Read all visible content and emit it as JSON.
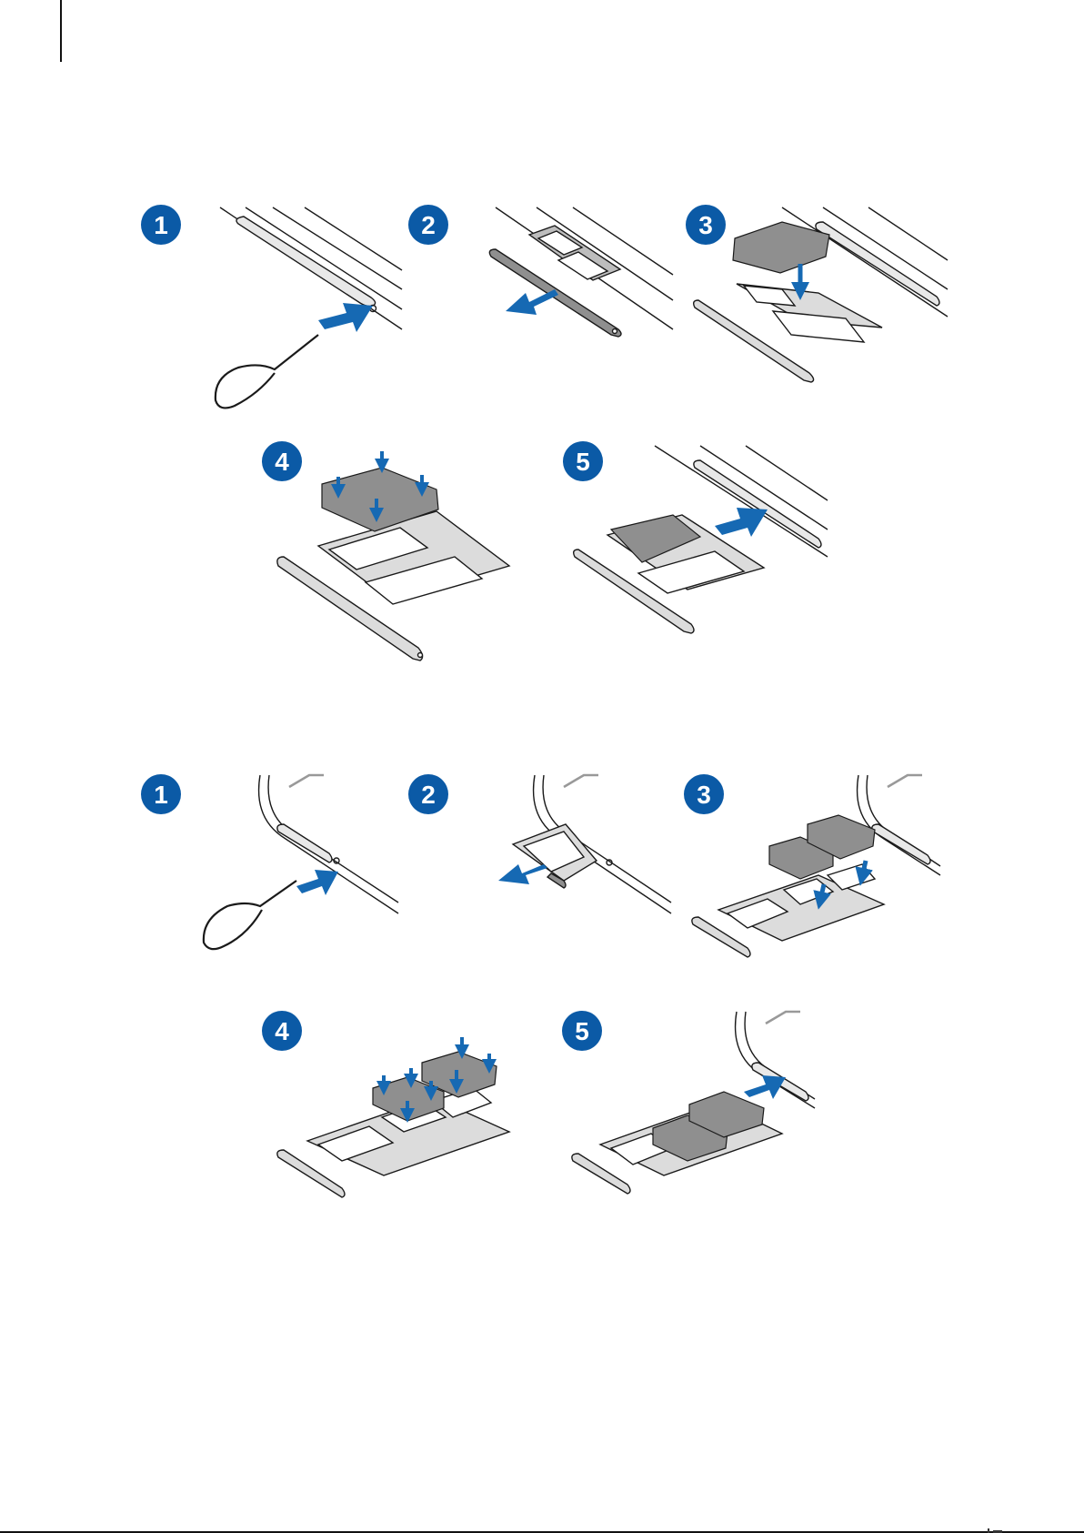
{
  "colors": {
    "badge": "#0b5aa6",
    "arrow": "#1669b3",
    "tray": "#dcdcdc",
    "card": "#8f8f8f",
    "line": "#1a1a1a"
  },
  "icons": {
    "step_badge": "numbered-circle",
    "ejection_pin": "pin-tool-icon",
    "push_arrow": "blue-arrow-icon"
  },
  "section_single_sim": {
    "steps": [
      {
        "number": "1"
      },
      {
        "number": "2"
      },
      {
        "number": "3"
      },
      {
        "number": "4"
      },
      {
        "number": "5"
      }
    ]
  },
  "section_dual_sim": {
    "steps": [
      {
        "number": "1"
      },
      {
        "number": "2"
      },
      {
        "number": "3"
      },
      {
        "number": "4"
      },
      {
        "number": "5"
      }
    ]
  }
}
